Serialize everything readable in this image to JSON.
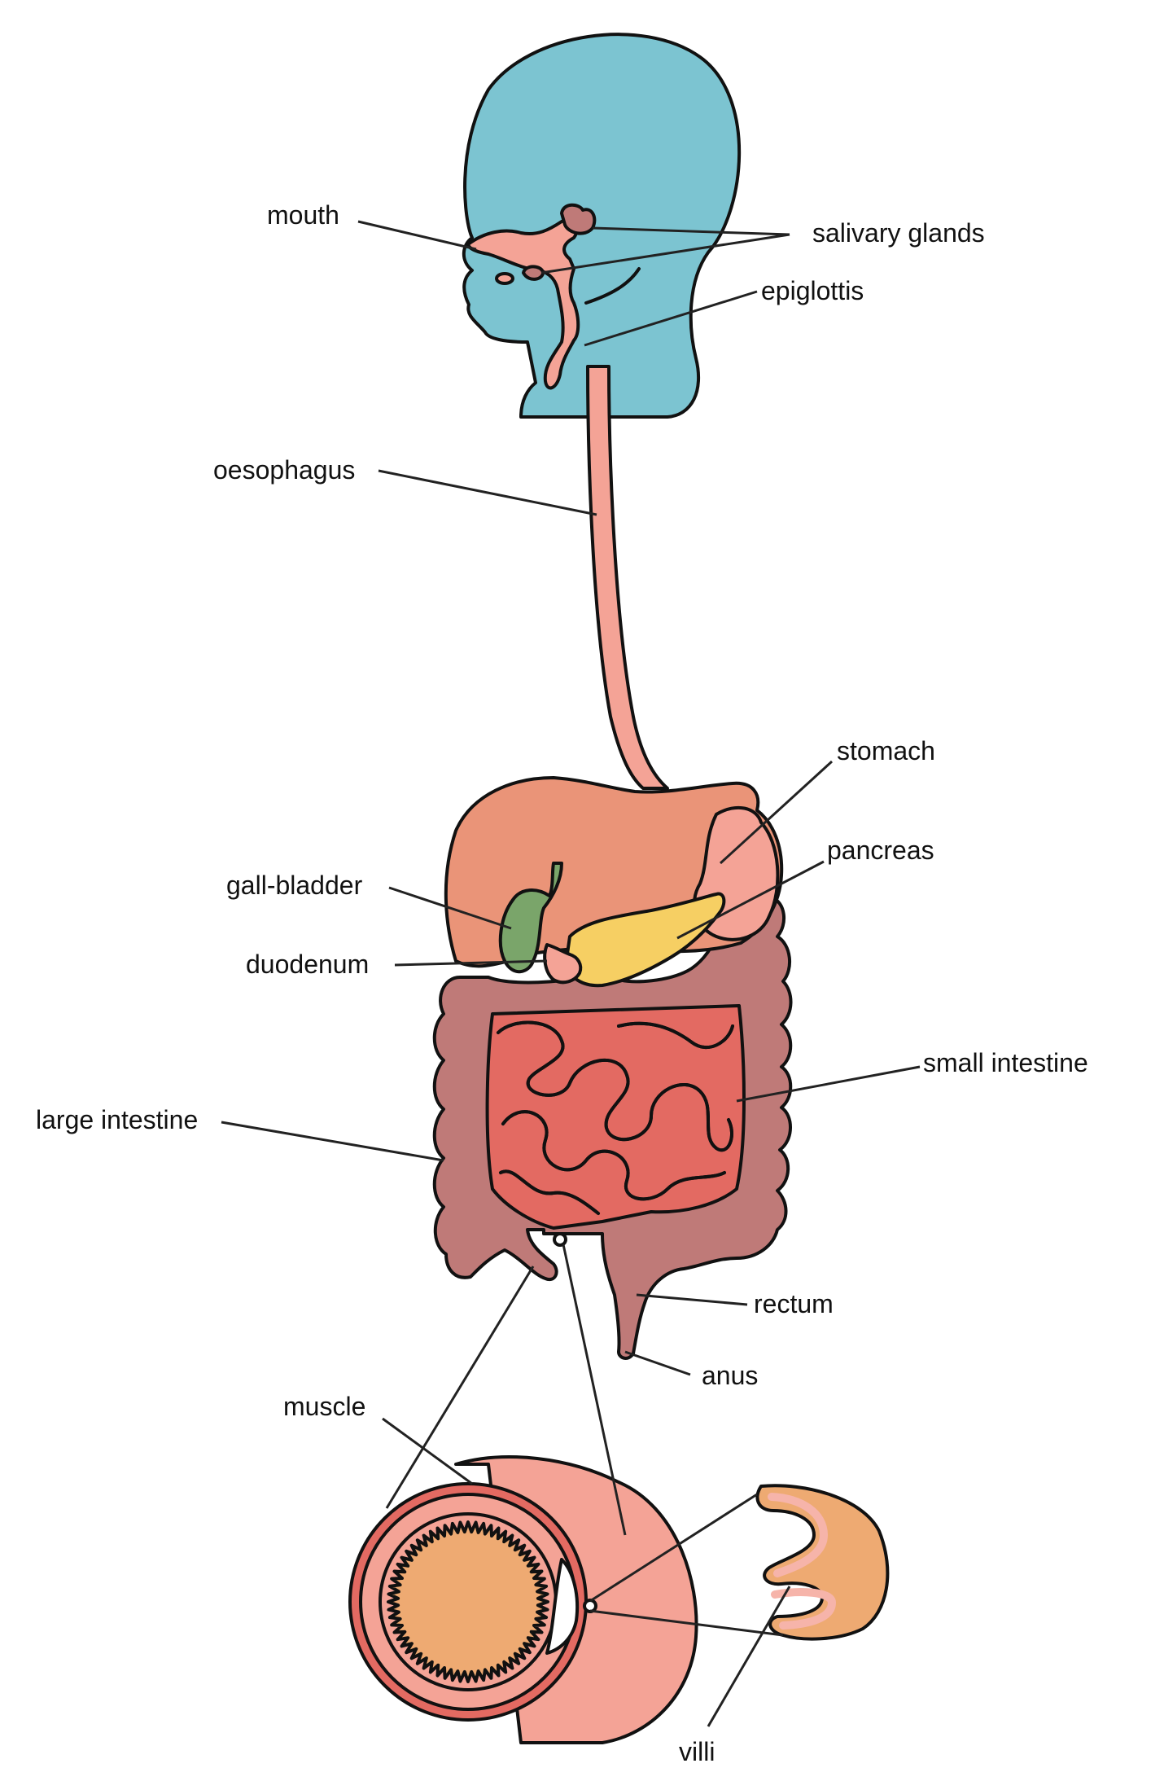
{
  "colors": {
    "head": "#7cc4d1",
    "tract": "#f4a396",
    "stomach": "#ea9478",
    "gall_bladder": "#7aa56a",
    "pancreas": "#f6cf63",
    "large_intestine": "#bf7a78",
    "small_intestine_bg": "#e36a62",
    "small_intestine": "#f7a9a4",
    "lumen": "#eeaa72",
    "villus_tip": "#f6b4aa",
    "outline": "#111111"
  },
  "labels": {
    "mouth": "mouth",
    "salivary_glands": "salivary glands",
    "epiglottis": "epiglottis",
    "oesophagus": "oesophagus",
    "stomach": "stomach",
    "pancreas": "pancreas",
    "gall_bladder": "gall-bladder",
    "duodenum": "duodenum",
    "small_intestine": "small intestine",
    "large_intestine": "large intestine",
    "rectum": "rectum",
    "anus": "anus",
    "muscle": "muscle",
    "villi": "villi"
  }
}
